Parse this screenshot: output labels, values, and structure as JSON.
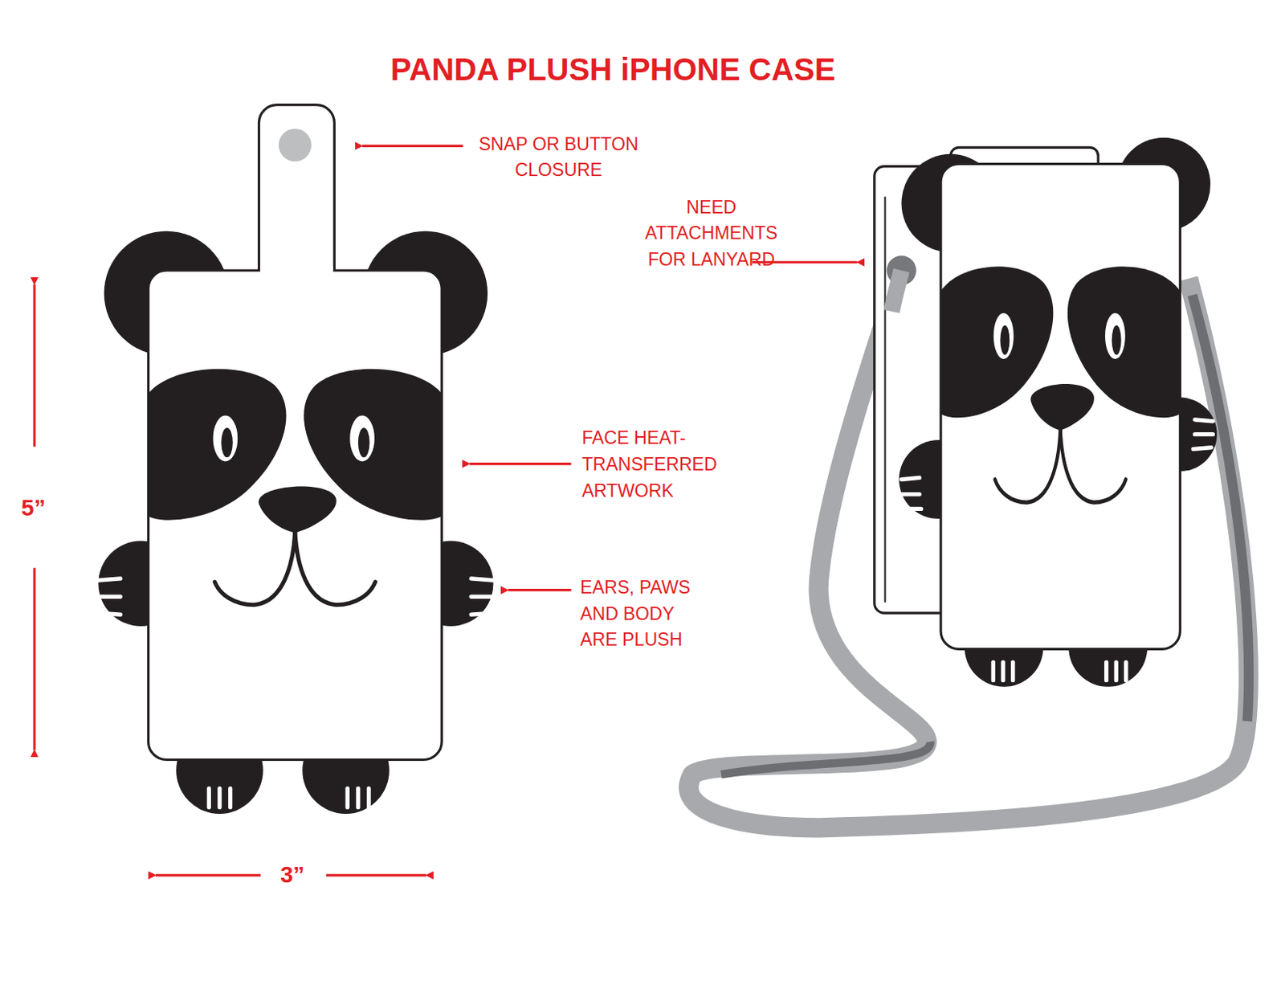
{
  "diagram": {
    "title": "PANDA PLUSH iPHONE CASE",
    "labels": [
      "SNAP OR BUTTON CLOSURE",
      "NEED ATTACHMENTS FOR LANYARD",
      "FACE HEAT-TRANSFERRED ARTWORK",
      "EARS, PAWS AND BODY ARE PLUSH",
      "5”",
      "3”"
    ]
  }
}
